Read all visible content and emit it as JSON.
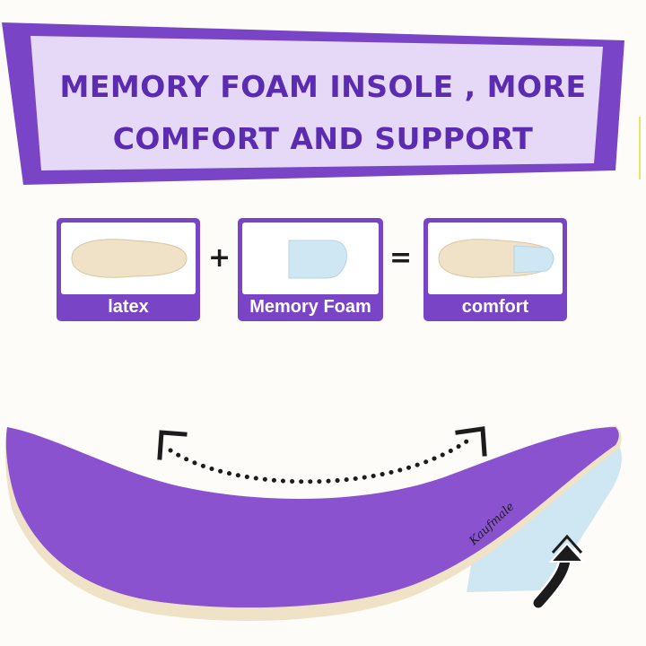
{
  "headline": {
    "line1": "MEMORY FOAM INSOLE , MORE",
    "line2": "COMFORT AND SUPPORT"
  },
  "equation": {
    "items": [
      {
        "label": "latex",
        "icon": "latex-insole-icon"
      },
      {
        "label": "Memory Foam",
        "icon": "memory-foam-pad-icon"
      },
      {
        "label": "comfort",
        "icon": "combined-insole-icon"
      }
    ],
    "plus": "+",
    "equals": "="
  },
  "insole": {
    "brand": "Kaufmale"
  },
  "colors": {
    "purple": "#7a44c6",
    "banner_light": "#e6d9f7",
    "headline_text": "#5b2bb0",
    "latex": "#efe2c6",
    "foam": "#cfe6f3"
  }
}
